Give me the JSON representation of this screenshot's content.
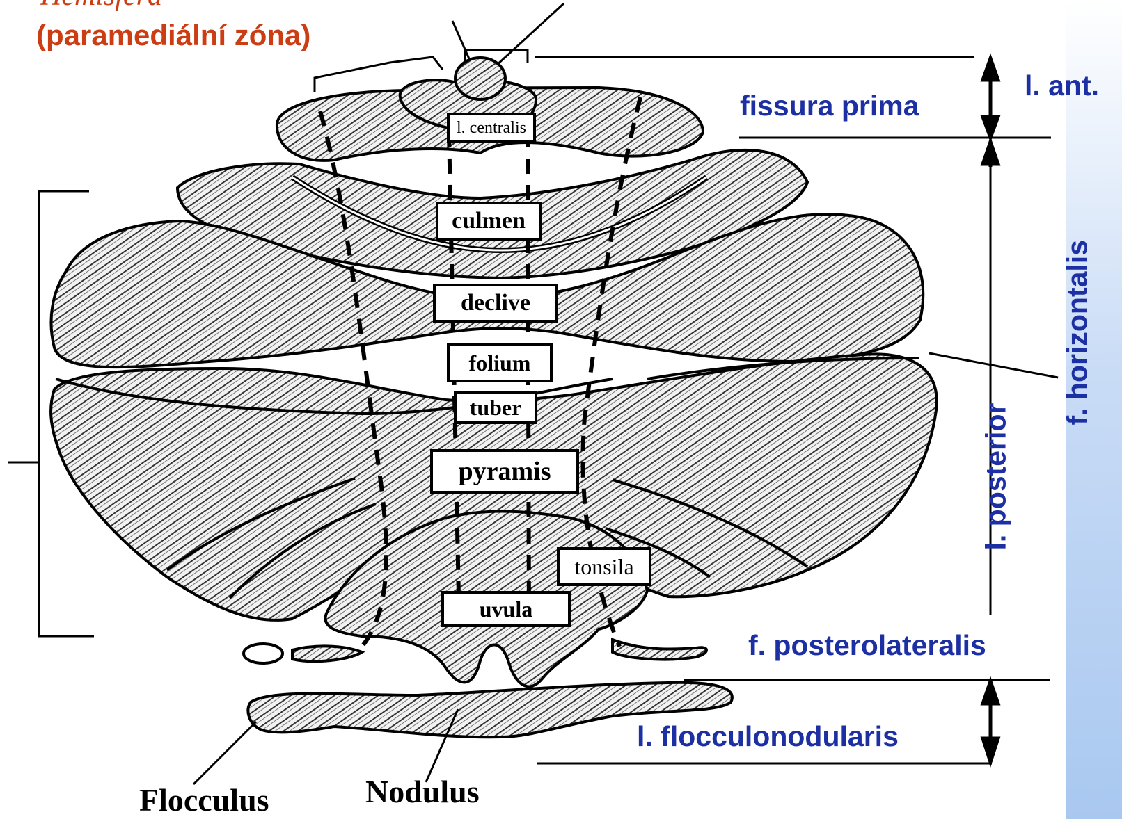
{
  "labels": {
    "hemisphere_partial": "Hemisféra",
    "paramedian_zone": "(paramediální zóna)",
    "fissura_prima": "fissura prima",
    "lobus_anterior": "l. ant.",
    "f_horizontalis": "f. horizontalis",
    "lobus_posterior": "l. posterior",
    "f_posterolateralis": "f. posterolateralis",
    "l_flocculonodularis": "l. flocculonodularis",
    "flocculus": "Flocculus",
    "nodulus": "Nodulus"
  },
  "boxes": {
    "l_centralis": "l. centralis",
    "culmen": "culmen",
    "declive": "declive",
    "folium": "folium",
    "tuber": "tuber",
    "pyramis": "pyramis",
    "tonsila": "tonsila",
    "uvula": "uvula"
  },
  "colors": {
    "label_blue": "#1c2fa3",
    "label_orange": "#cc3d14",
    "sidebar_light": "#c9dcf6",
    "sidebar_dark": "#a9c8f0"
  }
}
